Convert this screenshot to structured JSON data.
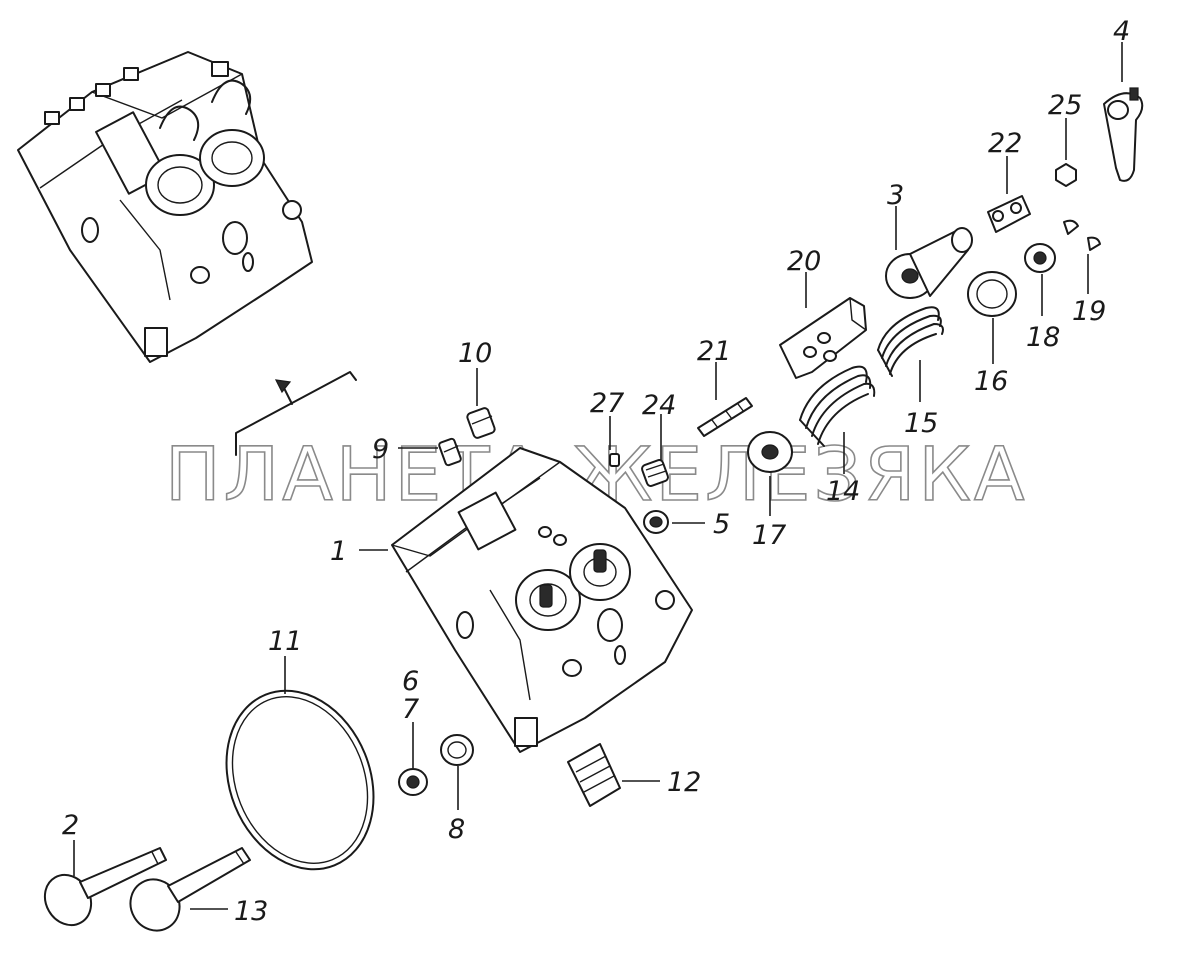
{
  "watermark": "ПЛАНЕТА ЖЕЛЕЗЯКА",
  "callouts": [
    "1",
    "2",
    "3",
    "4",
    "5",
    "6",
    "7",
    "8",
    "9",
    "10",
    "11",
    "12",
    "13",
    "14",
    "15",
    "16",
    "17",
    "18",
    "19",
    "20",
    "21",
    "22",
    "24",
    "25",
    "27"
  ],
  "colors": {
    "ink": "#1a1a1a",
    "watermark": "#8a8a8a",
    "background": "#ffffff"
  }
}
